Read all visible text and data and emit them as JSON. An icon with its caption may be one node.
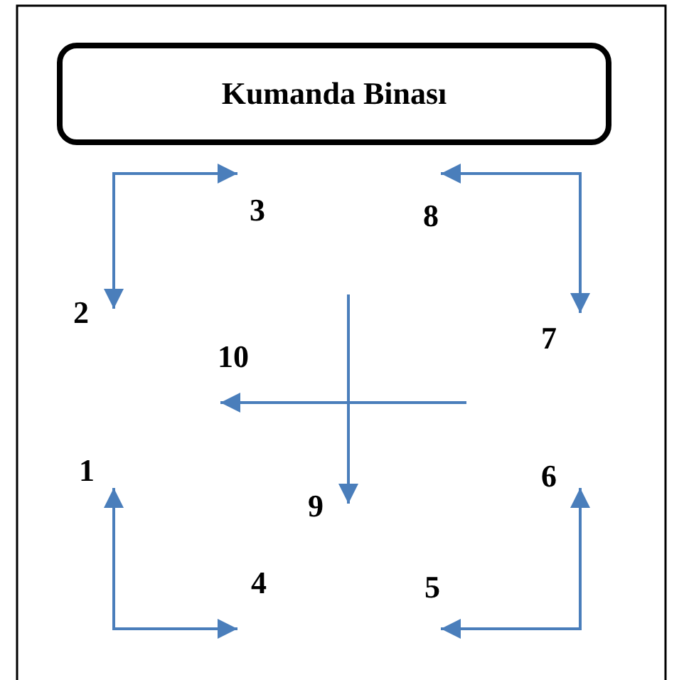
{
  "diagram": {
    "nodes": [
      {
        "text": [
          "Kumanda Binası"
        ]
      },
      {
        "text": [
          "3"
        ]
      },
      {
        "text": [
          "8"
        ]
      },
      {
        "text": [
          "2"
        ]
      },
      {
        "text": [
          "7"
        ]
      },
      {
        "text": [
          "10"
        ]
      },
      {
        "text": [
          "1"
        ]
      },
      {
        "text": [
          "9"
        ]
      },
      {
        "text": [
          "6"
        ]
      },
      {
        "text": [
          "4"
        ]
      },
      {
        "text": [
          "5"
        ]
      }
    ],
    "edges": [
      {
        "from": 3,
        "to": 1,
        "arrow": "both"
      },
      {
        "from": 2,
        "to": 4,
        "arrow": "both"
      },
      {
        "from": 6,
        "to": 9,
        "arrow": "both"
      },
      {
        "from": 10,
        "to": 8,
        "arrow": "both"
      },
      {
        "from": null,
        "to": 5,
        "arrow": "to"
      },
      {
        "from": null,
        "to": 7,
        "arrow": "to"
      }
    ]
  }
}
